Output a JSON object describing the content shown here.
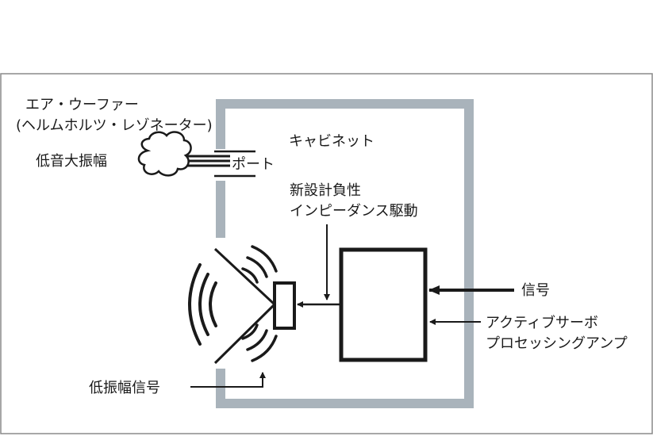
{
  "labels": {
    "air_woofer": "エア・ウーファー",
    "helmholtz": "(ヘルムホルツ・レゾネーター)",
    "low_freq_large_amp": "低音大振幅",
    "port": "ポート",
    "cabinet": "キャビネット",
    "new_design_1": "新設計負性",
    "new_design_2": "インピーダンス駆動",
    "signal": "信号",
    "amp_1": "アクティブサーボ",
    "amp_2": "プロセッシングアンプ",
    "low_amp_signal": "低振幅信号"
  },
  "colors": {
    "cabinet": "#a9b3bb",
    "ink": "#1a1a1a",
    "frame": "#8a8a8a"
  }
}
